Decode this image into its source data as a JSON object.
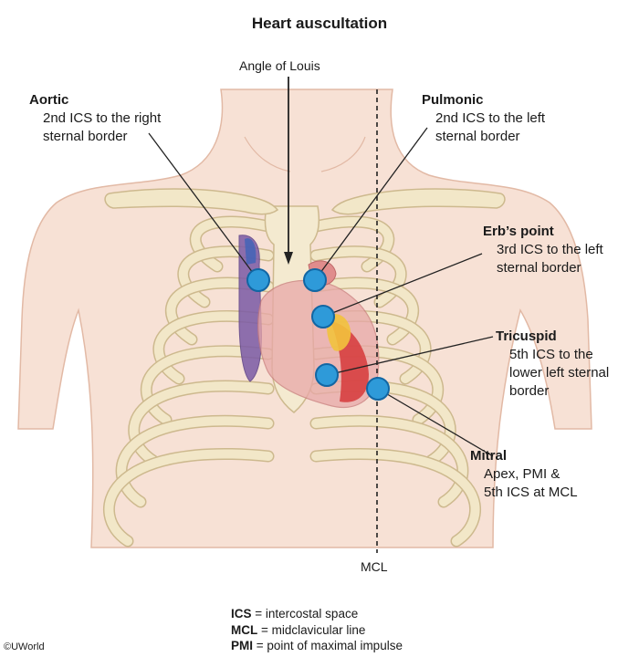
{
  "title": "Heart auscultation",
  "angle_label": "Angle of Louis",
  "mcl_label": "MCL",
  "sites": [
    {
      "name": "Aortic",
      "desc": [
        "2nd ICS to the right",
        "sternal border"
      ]
    },
    {
      "name": "Pulmonic",
      "desc": [
        "2nd ICS to the left",
        "sternal border"
      ]
    },
    {
      "name": "Erb’s point",
      "desc": [
        "3rd ICS to the left",
        "sternal border"
      ]
    },
    {
      "name": "Tricuspid",
      "desc": [
        "5th ICS to the",
        "lower left sternal",
        "border"
      ]
    },
    {
      "name": "Mitral",
      "desc": [
        "Apex, PMI &",
        "5th ICS at MCL"
      ]
    }
  ],
  "legend": [
    {
      "abbr": "ICS",
      "text": " = intercostal space"
    },
    {
      "abbr": "MCL",
      "text": " = midclavicular line"
    },
    {
      "abbr": "PMI",
      "text": " = point of maximal impulse"
    }
  ],
  "copyright": "©UWorld",
  "colors": {
    "skin": "#f7e1d5",
    "skin_outline": "#e2b9a5",
    "bone": "#f2e7c8",
    "bone_outline": "#cdb98e",
    "marker": "#2e9ad9",
    "marker_outline": "#1266a3",
    "heart_red": "#d6383a",
    "heart_yellow": "#f2c23d",
    "vein_purple": "#7b5aa6"
  }
}
